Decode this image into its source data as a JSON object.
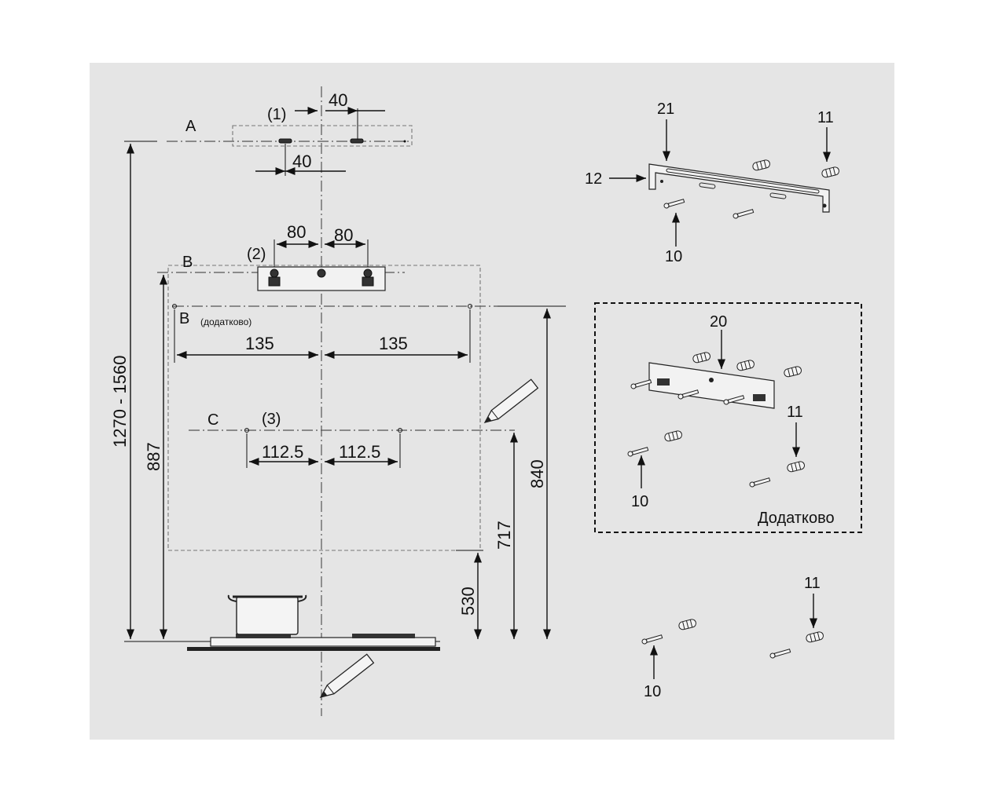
{
  "labels": {
    "line_a": "A",
    "line_b": "B",
    "line_b_opt": "B",
    "line_b_opt_note": "(додатково)",
    "line_c": "C",
    "ref_1": "(1)",
    "ref_2": "(2)",
    "ref_3": "(3)"
  },
  "dimensions": {
    "a_top": "40",
    "a_bottom": "40",
    "b_left": "80",
    "b_right": "80",
    "bopt_left": "135",
    "bopt_right": "135",
    "c_left": "112.5",
    "c_right": "112.5",
    "range_total": "1270 - 1560",
    "h887": "887",
    "h840": "840",
    "h717": "717",
    "h530": "530"
  },
  "parts": {
    "p21": "21",
    "p11_top": "11",
    "p12": "12",
    "p10_top": "10",
    "p20": "20",
    "p11_mid": "11",
    "p10_mid": "10",
    "optional_note": "Додатково",
    "p11_bottom": "11",
    "p10_bottom": "10"
  },
  "icons": [
    "pencil-icon",
    "pot-icon",
    "screw-icon",
    "dowel-icon",
    "arrow-icon"
  ],
  "colors": {
    "background": "#e5e5e5",
    "line": "#111111"
  }
}
